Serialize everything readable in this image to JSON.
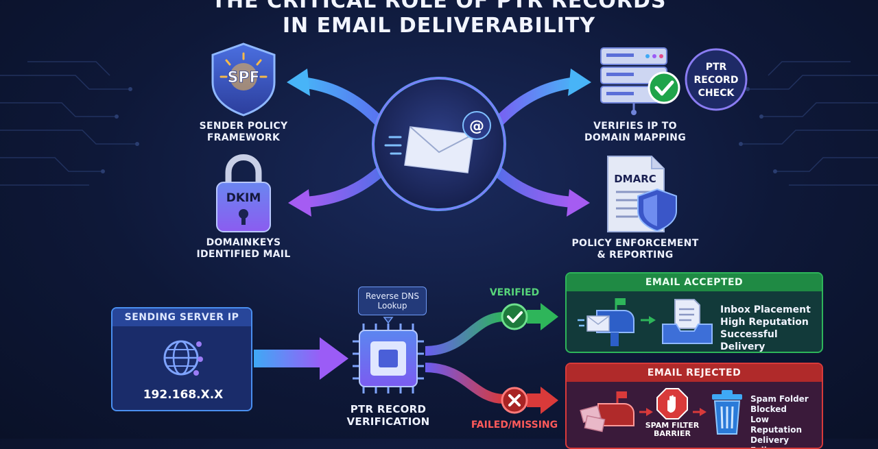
{
  "title": {
    "line1": "THE CRITICAL ROLE OF PTR RECORDS",
    "line2": "IN EMAIL DELIVERABILITY"
  },
  "top": {
    "spf": {
      "badge": "SPF",
      "caption_l1": "SENDER POLICY",
      "caption_l2": "FRAMEWORK"
    },
    "dkim": {
      "badge": "DKIM",
      "caption_l1": "DOMAINKEYS",
      "caption_l2": "IDENTIFIED MAIL"
    },
    "ptr_check": {
      "badge_l1": "PTR",
      "badge_l2": "RECORD",
      "badge_l3": "CHECK",
      "caption_l1": "VERIFIES IP TO",
      "caption_l2": "DOMAIN MAPPING"
    },
    "dmarc": {
      "badge": "DMARC",
      "caption_l1": "POLICY ENFORCEMENT",
      "caption_l2": "& REPORTING"
    },
    "email_symbol": "@"
  },
  "flow": {
    "sending": {
      "title": "SENDING SERVER IP",
      "ip": "192.168.X.X"
    },
    "lookup": {
      "l1": "Reverse DNS",
      "l2": "Lookup"
    },
    "verification": {
      "l1": "PTR RECORD",
      "l2": "VERIFICATION"
    },
    "verified_label": "VERIFIED",
    "failed_label": "FAILED/MISSING",
    "accepted": {
      "title": "EMAIL ACCEPTED",
      "items": [
        "Inbox Placement",
        "High Reputation",
        "Successful Delivery"
      ]
    },
    "rejected": {
      "title": "EMAIL REJECTED",
      "barrier_l1": "SPAM FILTER",
      "barrier_l2": "BARRIER",
      "items": [
        "Spam Folder",
        "Blocked",
        "Low Reputation",
        "Delivery Failure"
      ]
    }
  },
  "colors": {
    "accent_blue": "#3fa9f5",
    "accent_purple": "#9b5cf6",
    "ok": "#2eb55a",
    "bad": "#d93a3a"
  }
}
